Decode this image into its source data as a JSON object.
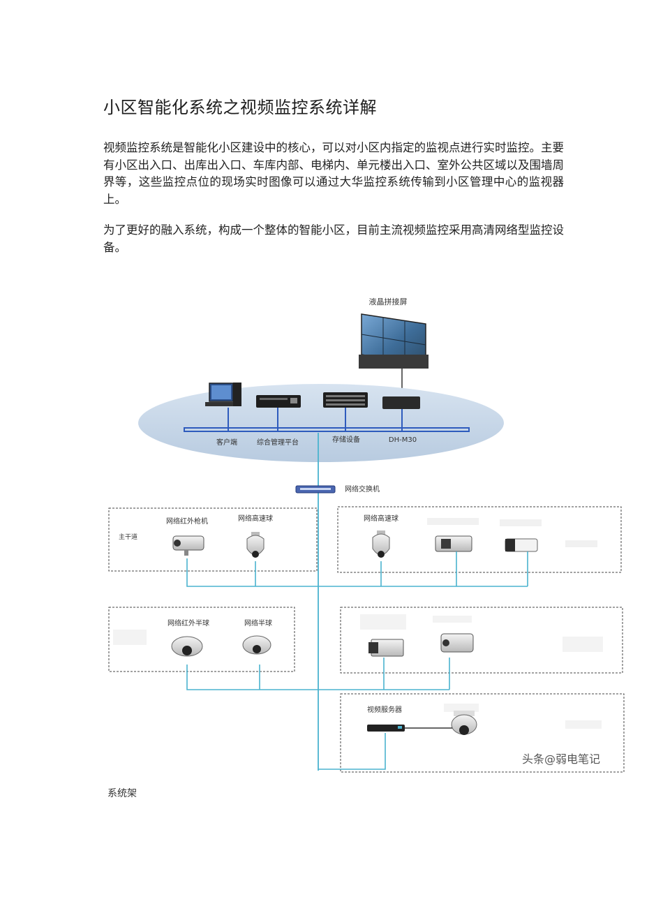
{
  "article": {
    "title": "小区智能化系统之视频监控系统详解",
    "paragraphs": [
      "视频监控系统是智能化小区建设中的核心，可以对小区内指定的监视点进行实时监控。主要有小区出入口、出库出入口、车库内部、电梯内、单元楼出入口、室外公共区域以及围墙周界等，这些监控点位的现场实时图像可以通过大华监控系统传输到小区管理中心的监视器上。",
      "为了更好的融入系统，构成一个整体的智能小区，目前主流视频监控采用高清网络型监控设备。"
    ],
    "caption": "系统架"
  },
  "diagram": {
    "video_wall_label": "液晶拼接屏",
    "center_labels": {
      "client": "客户端",
      "platform": "综合管理平台",
      "storage": "存储设备",
      "decoder": "DH-M30"
    },
    "switch_label": "网络交换机",
    "zone1": {
      "side_label": "主干道",
      "cam1": "网络红外枪机",
      "cam2": "网络高速球"
    },
    "zone2": {
      "cam1": "网络高速球"
    },
    "zone3": {
      "cam1": "网络红外半球",
      "cam2": "网络半球"
    },
    "zone5": {
      "server": "视频服务器"
    }
  },
  "watermark": "头条@弱电笔记",
  "colors": {
    "link": "#4ab3cf",
    "bus": "#2e5bbd",
    "ellipse": "#c3d4e6"
  }
}
